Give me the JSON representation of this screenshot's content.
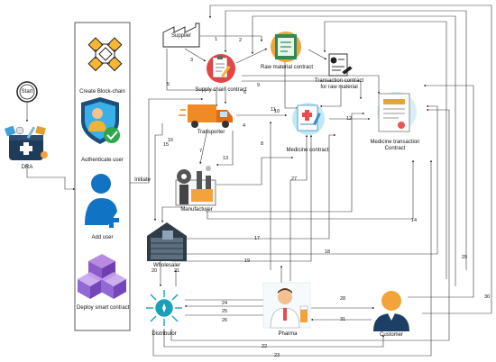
{
  "start": "Start",
  "dra": "DRA",
  "initiate": "Initiate",
  "blockchain_steps": [
    "Create Block-chain",
    "Authenticate user",
    "Add user",
    "Deploy smart contract"
  ],
  "nodes": {
    "supplier": "Supplier",
    "supply_chain_contract": "Supply chain contract",
    "raw_material_contract": "Raw material contract",
    "transaction_raw": "Transaction contract for raw material",
    "transporter": "Transporter",
    "medicine_contract": "Medicine contract",
    "medicine_transaction": "Medicine transaction Contract",
    "manufacturer": "Manufacturer",
    "wholesaler": "Wholesaler",
    "distributor": "Distributor",
    "pharma": "Pharma",
    "customer": "Customer"
  },
  "numbers": {
    "n1": "1",
    "n2": "2",
    "n3": "3",
    "n4": "4",
    "n5": "5",
    "n6": "6",
    "n7": "7",
    "n8": "8",
    "n9": "9",
    "n10": "10",
    "n11": "11",
    "n12": "12",
    "n13": "13",
    "n14": "14",
    "n15": "15",
    "n16": "16",
    "n17": "17",
    "n18": "18",
    "n19": "19",
    "n20": "20",
    "n21": "21",
    "n22": "22",
    "n23": "23",
    "n24": "24",
    "n25": "25",
    "n26": "26",
    "n27": "27",
    "n28": "28",
    "n29": "29",
    "n30": "30",
    "n31": "31"
  }
}
